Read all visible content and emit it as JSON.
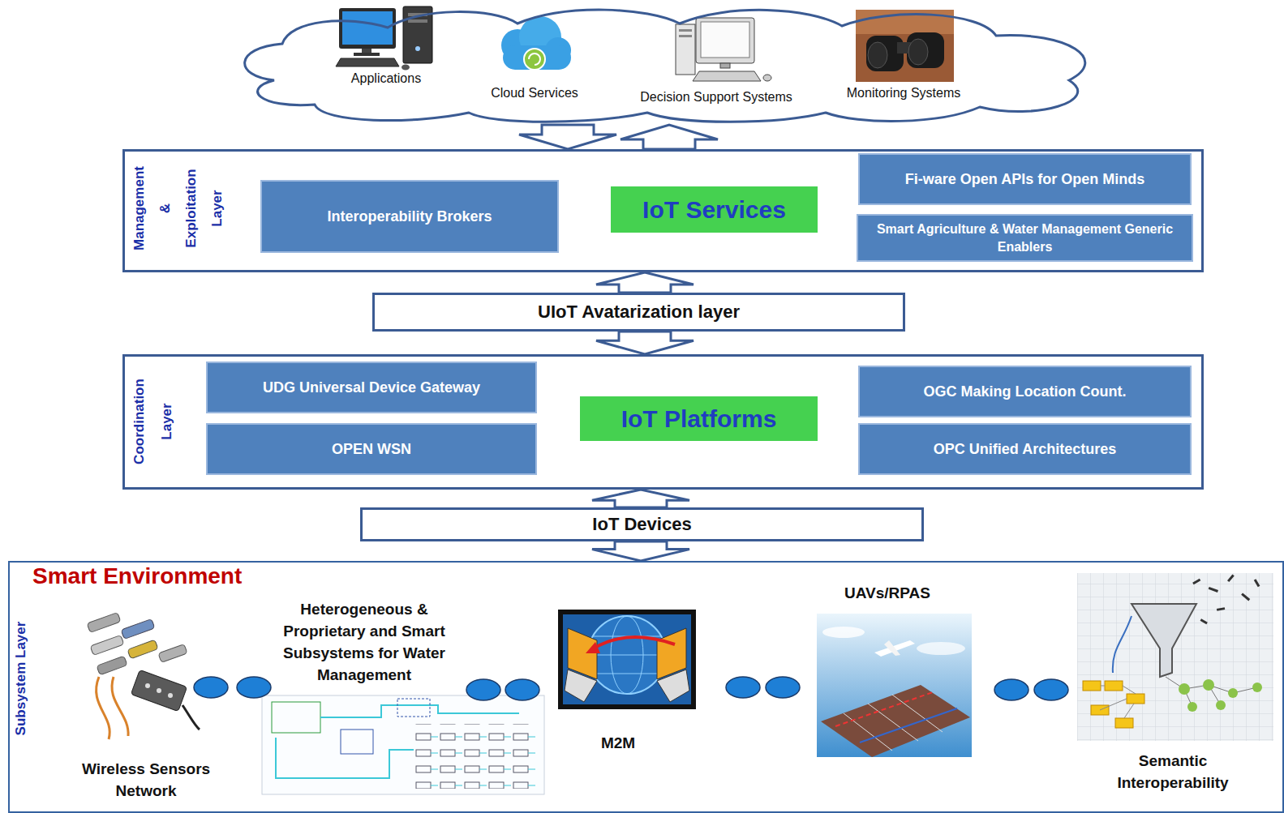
{
  "diagram": {
    "nodes": [
      {
        "text": [
          "Applications",
          "Cloud Services",
          "Decision Support Systems",
          "Monitoring Systems"
        ]
      },
      {
        "text": [
          "Management & Exploitation Layer"
        ]
      },
      {
        "text": [
          "Interoperability Brokers"
        ],
        "in": 1
      },
      {
        "text": [
          "IoT Services"
        ],
        "in": 1
      },
      {
        "text": [
          "Fi-ware Open APIs for Open Minds"
        ],
        "in": 1
      },
      {
        "text": [
          "Smart Agriculture & Water Management Generic Enablers"
        ],
        "in": 1
      },
      {
        "text": [
          "UIoT Avatarization layer"
        ]
      },
      {
        "text": [
          "Coordination Layer"
        ]
      },
      {
        "text": [
          "UDG Universal Device Gateway"
        ],
        "in": 7
      },
      {
        "text": [
          "OPEN WSN"
        ],
        "in": 7
      },
      {
        "text": [
          "IoT Platforms"
        ],
        "in": 7
      },
      {
        "text": [
          "OGC Making Location Count."
        ],
        "in": 7
      },
      {
        "text": [
          "OPC Unified Architectures"
        ],
        "in": 7
      },
      {
        "text": [
          "IoT Devices"
        ]
      },
      {
        "text": [
          "Smart Environment",
          "Subsystem Layer"
        ]
      }
    ],
    "edges": [
      {
        "from": 0,
        "to": 1,
        "arrow": "to"
      },
      {
        "from": 1,
        "to": 0,
        "arrow": "to"
      },
      {
        "from": 6,
        "to": 1,
        "arrow": "to"
      },
      {
        "from": 6,
        "to": 7,
        "arrow": "to"
      },
      {
        "from": 13,
        "to": 7,
        "arrow": "to"
      },
      {
        "from": 13,
        "to": 14,
        "arrow": "to"
      }
    ],
    "labels": [
      "Wireless Sensors Network",
      "Heterogeneous & Proprietary and Smart Subsystems for Water Management",
      "M2M",
      "UAVs/RPAS",
      "Semantic Interoperability"
    ]
  }
}
